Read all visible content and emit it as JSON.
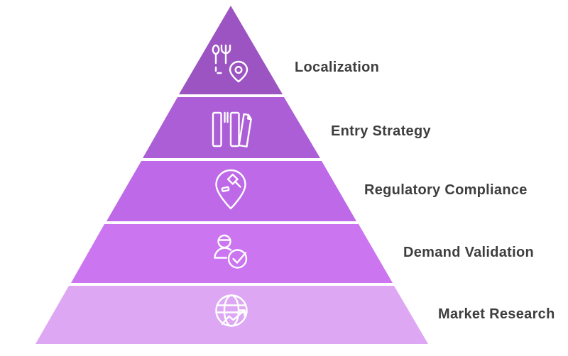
{
  "diagram": {
    "type": "pyramid",
    "background_color": "#ffffff",
    "divider_color": "#ffffff",
    "label_text_color": "#3e3e3e",
    "icon_stroke_color": "#ffffff",
    "levels": [
      {
        "rank": 1,
        "label": "Localization",
        "icon": "utensils-location-pin-icon",
        "color": "#9c54c2"
      },
      {
        "rank": 2,
        "label": "Entry Strategy",
        "icon": "books-shelf-icon",
        "color": "#ac5ed7"
      },
      {
        "rank": 3,
        "label": "Regulatory Compliance",
        "icon": "gavel-location-pin-icon",
        "color": "#bd69e8"
      },
      {
        "rank": 4,
        "label": "Demand Validation",
        "icon": "person-check-icon",
        "color": "#cb75f1"
      },
      {
        "rank": 5,
        "label": "Market Research",
        "icon": "globe-growth-arrow-icon",
        "color": "#dda7f4"
      }
    ]
  }
}
